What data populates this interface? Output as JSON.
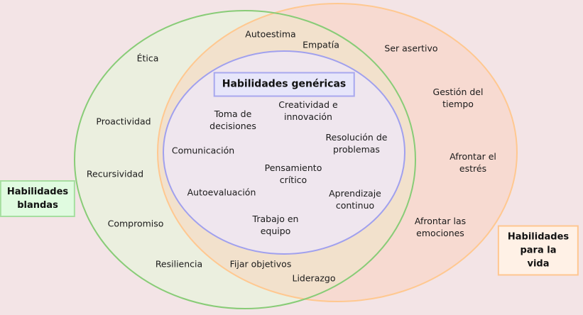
{
  "sets": {
    "soft": {
      "title": "Habilidades\nblandas",
      "color": "#88cc77"
    },
    "life": {
      "title": "Habilidades\npara la vida",
      "color": "#ffc890"
    },
    "generic": {
      "title": "Habilidades genéricas",
      "color": "#a0a0ee"
    }
  },
  "soft_only": [
    "Ética",
    "Proactividad",
    "Recursividad",
    "Compromiso",
    "Resiliencia"
  ],
  "life_only": [
    "Ser asertivo",
    "Gestión del\ntiempo",
    "Afrontar el\nestrés",
    "Afrontar las\nemociones"
  ],
  "soft_and_life": [
    "Autoestima",
    "Empatía",
    "Fijar objetivos",
    "Liderazgo"
  ],
  "generic": [
    "Toma de\ndecisiones",
    "Creatividad e\ninnovación",
    "Resolución de\nproblemas",
    "Comunicación",
    "Pensamiento\ncrítico",
    "Autoevaluación",
    "Aprendizaje\ncontinuo",
    "Trabajo en\nequipo"
  ]
}
